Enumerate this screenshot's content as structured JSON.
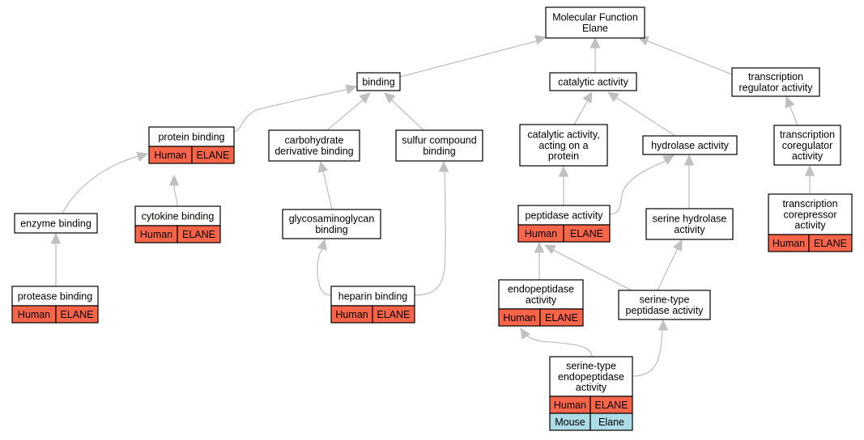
{
  "colors": {
    "human": "#fa6449",
    "mouse": "#acdce6",
    "edge": "#c0c0c0",
    "border": "#000000"
  },
  "nodes": {
    "molecular_function": {
      "lines": [
        "Molecular Function",
        "Elane"
      ]
    },
    "binding": {
      "lines": [
        "binding"
      ]
    },
    "catalytic_activity": {
      "lines": [
        "catalytic activity"
      ]
    },
    "transcription_regulator": {
      "lines": [
        "transcription",
        "regulator activity"
      ]
    },
    "protein_binding": {
      "lines": [
        "protein binding"
      ],
      "rows": [
        [
          "Human",
          "ELANE"
        ]
      ]
    },
    "carbohydrate_derivative_binding": {
      "lines": [
        "carbohydrate",
        "derivative binding"
      ]
    },
    "sulfur_compound_binding": {
      "lines": [
        "sulfur compound",
        "binding"
      ]
    },
    "catalytic_on_protein": {
      "lines": [
        "catalytic activity,",
        "acting on a",
        "protein"
      ]
    },
    "hydrolase_activity": {
      "lines": [
        "hydrolase activity"
      ]
    },
    "transcription_coregulator": {
      "lines": [
        "transcription",
        "coregulator",
        "activity"
      ]
    },
    "enzyme_binding": {
      "lines": [
        "enzyme binding"
      ]
    },
    "cytokine_binding": {
      "lines": [
        "cytokine binding"
      ],
      "rows": [
        [
          "Human",
          "ELANE"
        ]
      ]
    },
    "glycosaminoglycan_binding": {
      "lines": [
        "glycosaminoglycan",
        "binding"
      ]
    },
    "peptidase_activity": {
      "lines": [
        "peptidase activity"
      ],
      "rows": [
        [
          "Human",
          "ELANE"
        ]
      ]
    },
    "serine_hydrolase": {
      "lines": [
        "serine hydrolase",
        "activity"
      ]
    },
    "transcription_corepressor": {
      "lines": [
        "transcription",
        "corepressor",
        "activity"
      ],
      "rows": [
        [
          "Human",
          "ELANE"
        ]
      ]
    },
    "protease_binding": {
      "lines": [
        "protease binding"
      ],
      "rows": [
        [
          "Human",
          "ELANE"
        ]
      ]
    },
    "heparin_binding": {
      "lines": [
        "heparin binding"
      ],
      "rows": [
        [
          "Human",
          "ELANE"
        ]
      ]
    },
    "endopeptidase_activity": {
      "lines": [
        "endopeptidase",
        "activity"
      ],
      "rows": [
        [
          "Human",
          "ELANE"
        ]
      ]
    },
    "serine_type_peptidase": {
      "lines": [
        "serine-type",
        "peptidase activity"
      ]
    },
    "serine_type_endopeptidase": {
      "lines": [
        "serine-type",
        "endopeptidase",
        "activity"
      ],
      "rows": [
        [
          "Human",
          "ELANE"
        ],
        [
          "Mouse",
          "Elane"
        ]
      ]
    }
  }
}
